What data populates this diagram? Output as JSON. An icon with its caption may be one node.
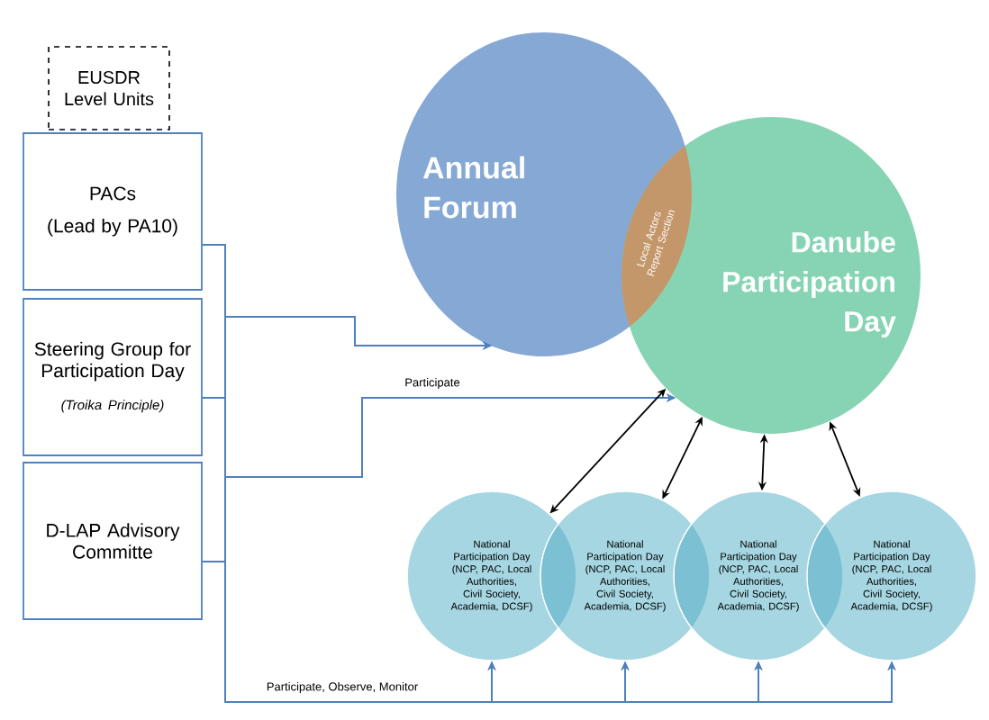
{
  "diagram": {
    "nodes": [
      {
        "text": [
          "EUSDR Level Units"
        ]
      },
      {
        "text": [
          "PACs",
          "(Lead by PA10)"
        ]
      },
      {
        "text": [
          "Steering Group for Participation Day",
          "(Troika Principle)"
        ]
      },
      {
        "text": [
          "D-LAP Advisory Committe"
        ]
      },
      {
        "text": [
          "Annual Forum"
        ]
      },
      {
        "text": [
          "Danube Participation Day"
        ]
      },
      {
        "text": [
          "Local Actors Report Section"
        ]
      },
      {
        "text": [
          "National Participation Day",
          "(NCP, PAC, Local Authorities, Civil Society, Academia, DCSF)"
        ]
      },
      {
        "text": [
          "National Participation Day",
          "(NCP, PAC, Local Authorities, Civil Society, Academia, DCSF)"
        ]
      },
      {
        "text": [
          "National Participation Day",
          "(NCP, PAC, Local Authorities, Civil Society, Academia, DCSF)"
        ]
      },
      {
        "text": [
          "National Participation Day",
          "(NCP, PAC, Local Authorities, Civil Society, Academia, DCSF)"
        ]
      }
    ],
    "edges": [
      {
        "from": 1,
        "to": 4,
        "arrow": "to"
      },
      {
        "from": 1,
        "to": 5,
        "arrow": "to",
        "label": "Participate"
      },
      {
        "from": 1,
        "to": 7,
        "arrow": "to",
        "label": "Participate, Observe,  Monitor"
      },
      {
        "from": 1,
        "to": 8,
        "arrow": "to"
      },
      {
        "from": 1,
        "to": 9,
        "arrow": "to"
      },
      {
        "from": 1,
        "to": 10,
        "arrow": "to"
      },
      {
        "from": 2,
        "to": 4,
        "arrow": "to"
      },
      {
        "from": 2,
        "to": 5,
        "arrow": "to"
      },
      {
        "from": 2,
        "to": 7,
        "arrow": "to"
      },
      {
        "from": 2,
        "to": 8,
        "arrow": "to"
      },
      {
        "from": 2,
        "to": 9,
        "arrow": "to"
      },
      {
        "from": 2,
        "to": 10,
        "arrow": "to"
      },
      {
        "from": 3,
        "to": 4,
        "arrow": "to"
      },
      {
        "from": 3,
        "to": 5,
        "arrow": "to"
      },
      {
        "from": 3,
        "to": 7,
        "arrow": "to"
      },
      {
        "from": 3,
        "to": 8,
        "arrow": "to"
      },
      {
        "from": 3,
        "to": 9,
        "arrow": "to"
      },
      {
        "from": 3,
        "to": 10,
        "arrow": "to"
      },
      {
        "from": 7,
        "to": 5,
        "arrow": "both",
        "color": "#000000"
      },
      {
        "from": 8,
        "to": 5,
        "arrow": "both",
        "color": "#000000"
      },
      {
        "from": 9,
        "to": 5,
        "arrow": "both",
        "color": "#000000"
      },
      {
        "from": 10,
        "to": 5,
        "arrow": "both",
        "color": "#000000"
      }
    ]
  }
}
